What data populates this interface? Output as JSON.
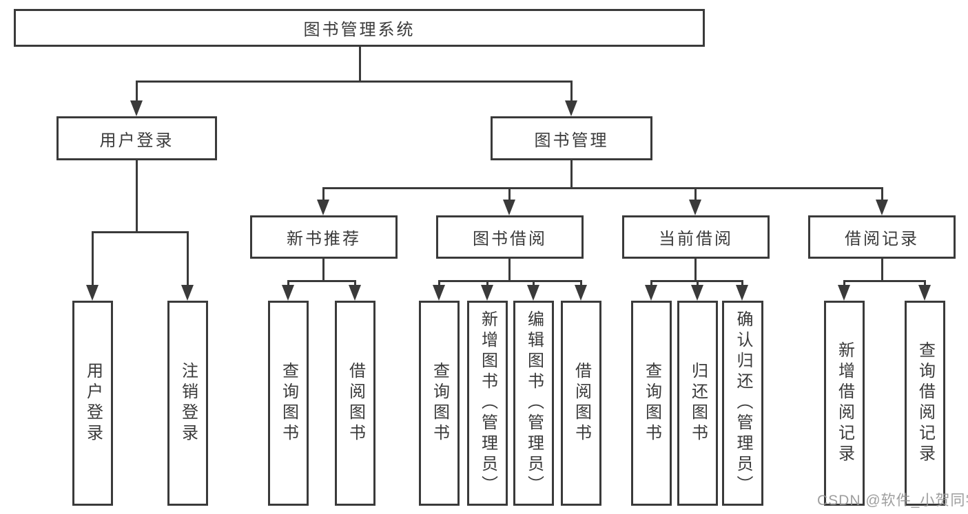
{
  "colors": {
    "line": "#3a3a3a",
    "text": "#3a3a3a",
    "background": "#ffffff",
    "watermark": "#949494"
  },
  "root": {
    "label": "图书管理系统"
  },
  "level2": [
    {
      "label": "用户登录"
    },
    {
      "label": "图书管理"
    }
  ],
  "level3": [
    {
      "label": "新书推荐"
    },
    {
      "label": "图书借阅"
    },
    {
      "label": "当前借阅"
    },
    {
      "label": "借阅记录"
    }
  ],
  "leaves": {
    "user_login": [
      {
        "label": "用户登录"
      },
      {
        "label": "注销登录"
      }
    ],
    "new_book": [
      {
        "label": "查询图书"
      },
      {
        "label": "借阅图书"
      }
    ],
    "borrow": [
      {
        "label": "查询图书"
      },
      {
        "label": "新增图书（管理员）"
      },
      {
        "label": "编辑图书（管理员）"
      },
      {
        "label": "借阅图书"
      }
    ],
    "current": [
      {
        "label": "查询图书"
      },
      {
        "label": "归还图书"
      },
      {
        "label": "确认归还（管理员）"
      }
    ],
    "record": [
      {
        "label": "新增借阅记录"
      },
      {
        "label": "查询借阅记录"
      }
    ]
  },
  "watermark": {
    "text": "CSDN @软件_小贺同学"
  }
}
